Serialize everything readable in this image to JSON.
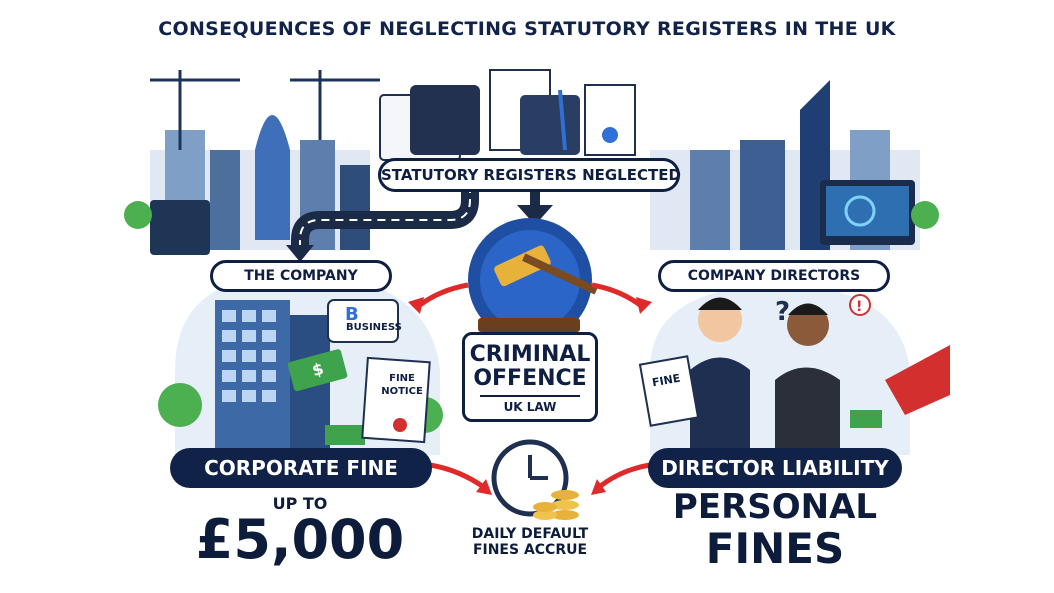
{
  "title": "CONSEQUENCES OF NEGLECTING STATUTORY REGISTERS IN THE UK",
  "top_banner": "STATUTORY REGISTERS NEGLECTED",
  "company": {
    "label": "THE COMPANY",
    "logo_letter": "B",
    "logo_text": "BUSINESS",
    "notice_line1": "FINE",
    "notice_line2": "NOTICE",
    "fine_label": "CORPORATE FINE",
    "amount_prefix": "UP TO",
    "amount": "£5,000"
  },
  "center": {
    "line1": "CRIMINAL",
    "line2": "OFFENCE",
    "law": "UK LAW"
  },
  "directors": {
    "label": "COMPANY DIRECTORS",
    "paper_text": "FINE",
    "liability_label": "DIRECTOR LIABILITY",
    "fines_line1": "PERSONAL",
    "fines_line2": "FINES"
  },
  "daily": {
    "line1": "DAILY DEFAULT",
    "line2": "FINES ACCRUE"
  },
  "colors": {
    "navy": "#102248",
    "arrow_red": "#e02a2a",
    "accent_blue": "#2f6fd6",
    "money_green": "#3fa34d",
    "gold": "#e8b23a"
  }
}
